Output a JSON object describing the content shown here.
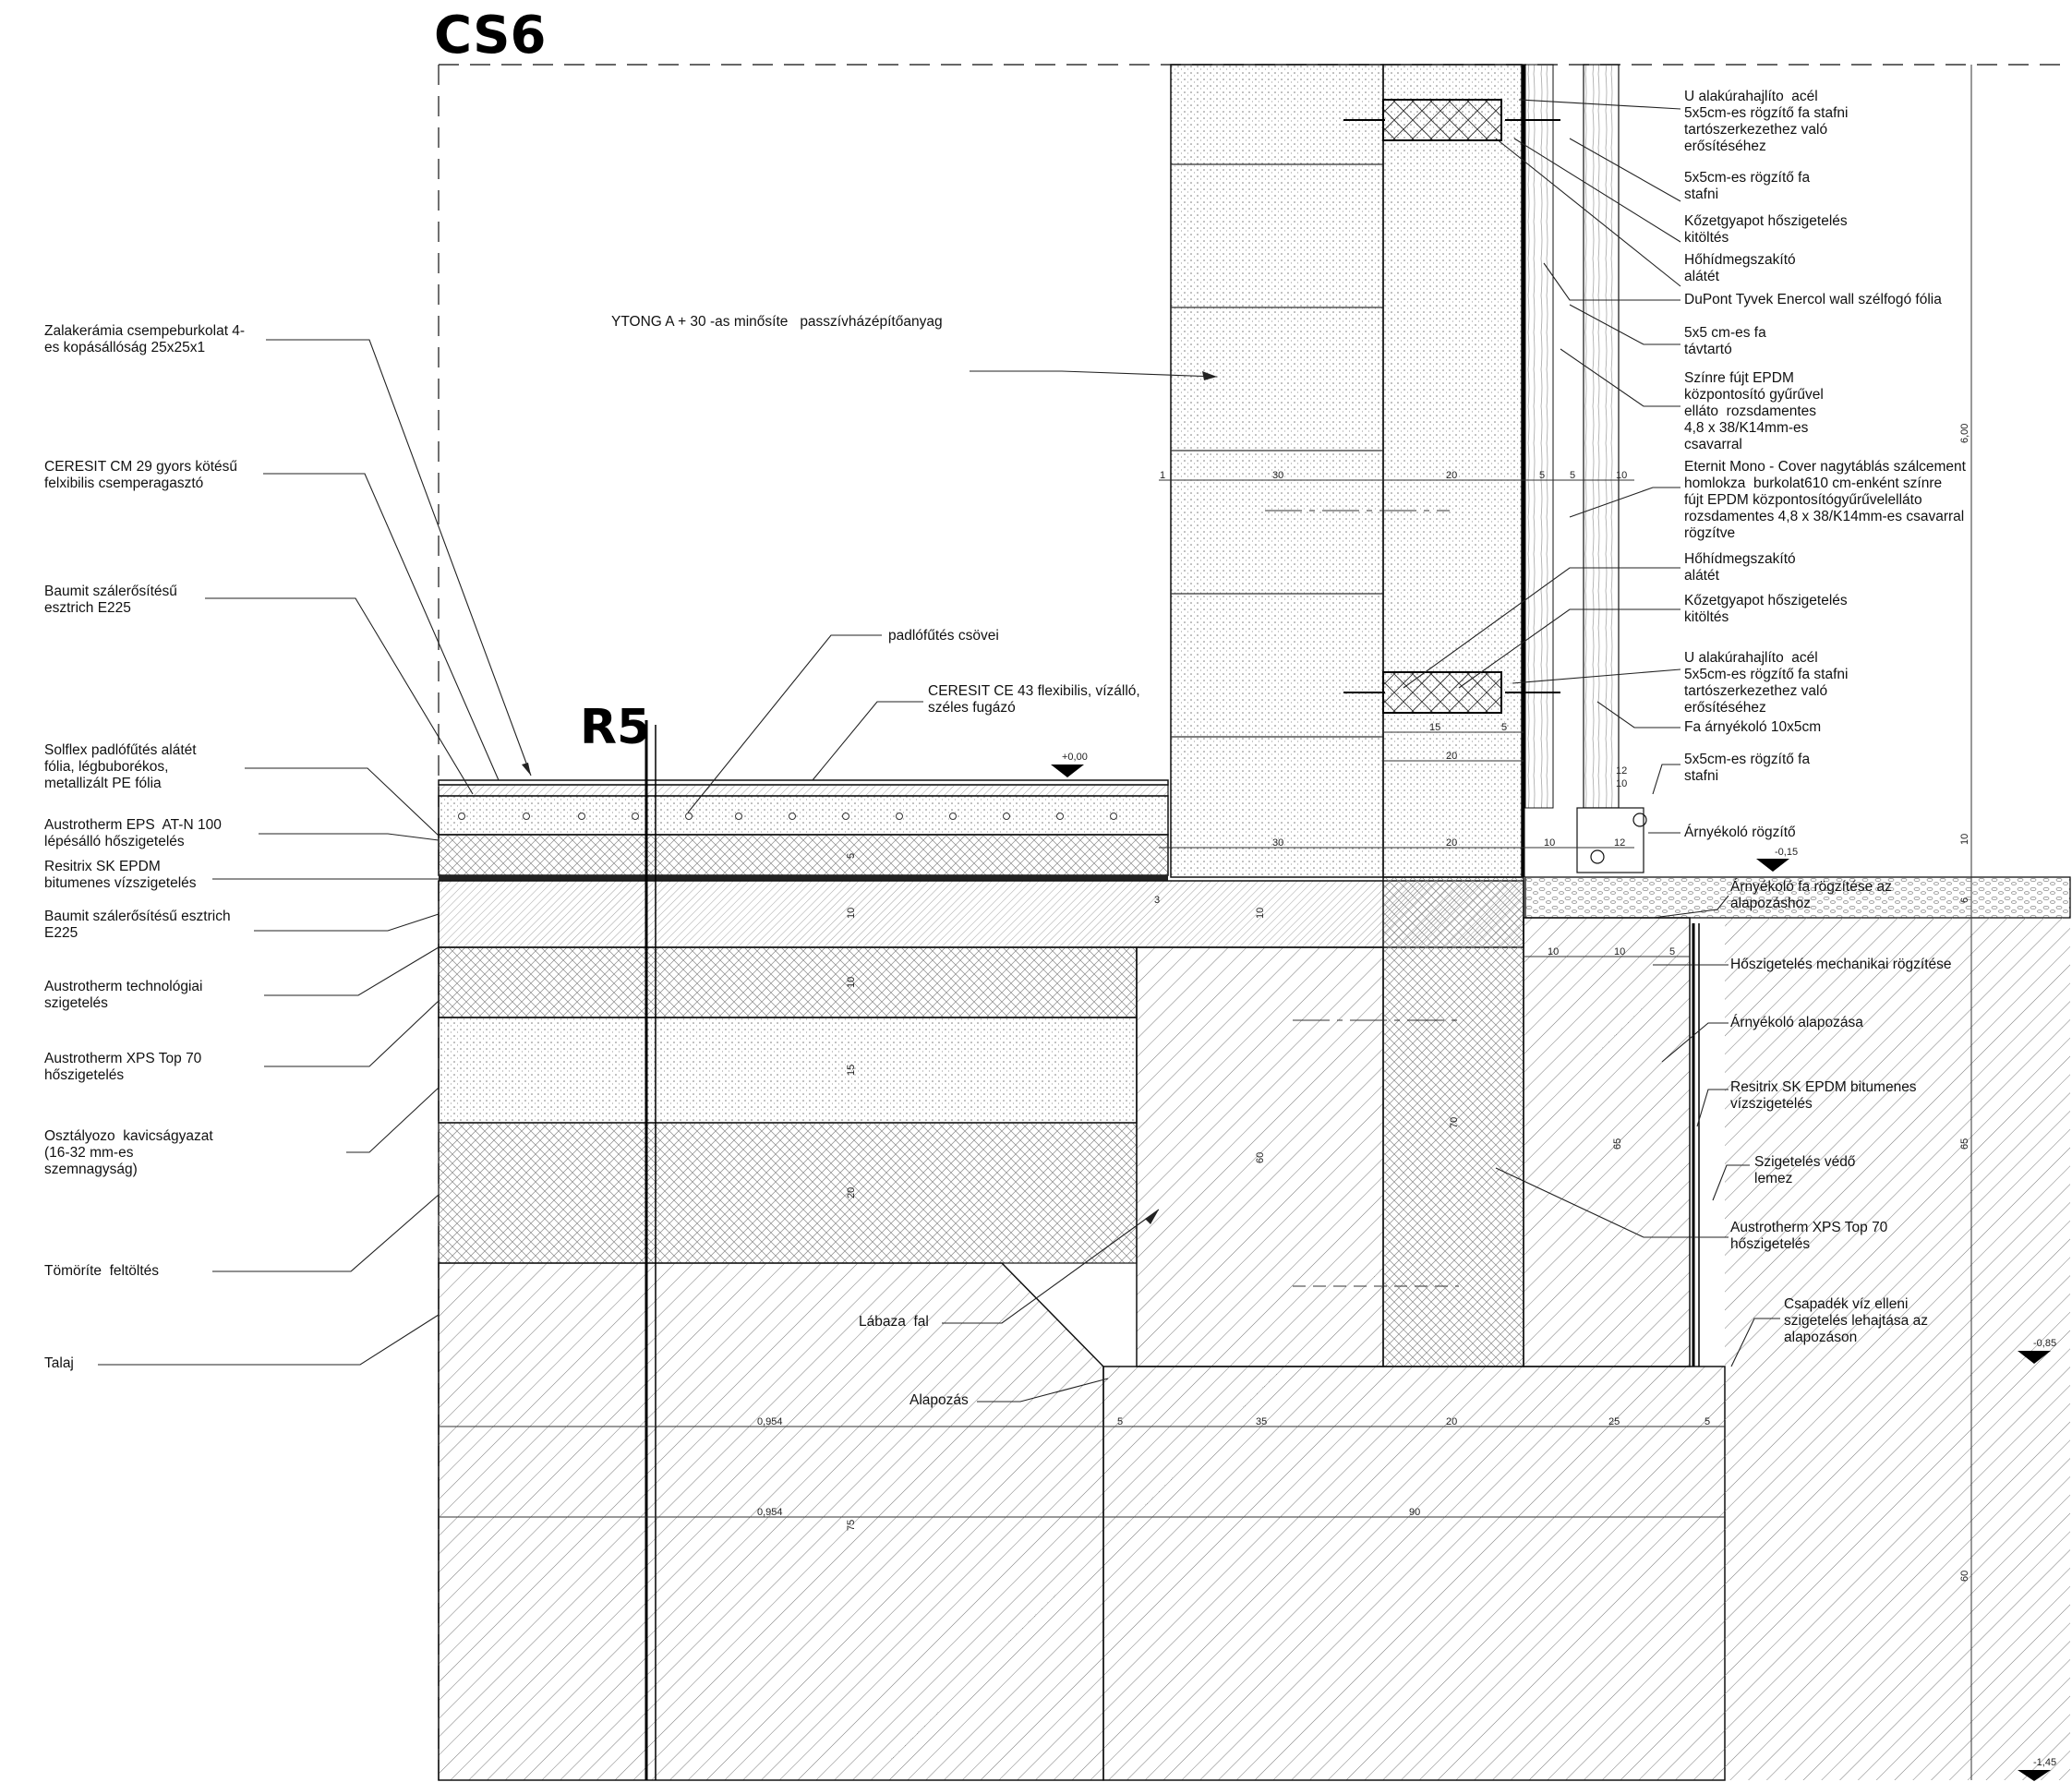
{
  "section_title": "CS6",
  "axis_label": "R5",
  "material_label": "YTONG A + 30 -as minősíte   passzívházépítőanyag",
  "floor_labels": [
    "Zalakerámia csempeburkolat 4-\nes kopásállóság 25x25x1",
    "CERESIT CM 29 gyors kötésű\nfelxibilis csemperagasztó",
    "Baumit szálerősítésű\nesztrich E225",
    "Solflex padlófűtés alátét\nfólia, légbuborékos,\nmetallizált PE fólia",
    "Austrotherm EPS  AT-N 100\nlépésálló hőszigetelés",
    "Resitrix SK EPDM\nbitumenes vízszigetelés",
    "Baumit szálerősítésű esztrich\nE225",
    "Austrotherm technológiai\nszigetelés",
    "Austrotherm XPS Top 70\nhőszigetelés",
    "Osztályozo  kavicságyazat\n(16-32 mm-es\nszemnagyság)",
    "Tömöríte  feltöltés",
    "Talaj"
  ],
  "center_labels": {
    "heating_pipes": "padlófűtés csövei",
    "grout": "CERESIT CE 43 flexibilis, vízálló,\nszéles fugázó",
    "plinth_wall": "Lábaza  fal",
    "foundation": "Alapozás"
  },
  "wall_labels": [
    "U alakúrahajlíto  acél\n5x5cm-es rögzítő fa stafni\ntartószerkezethez való\nerősítéséhez",
    "5x5cm-es rögzítő fa\nstafni",
    "Kőzetgyapot hőszigetelés\nkitöltés",
    "Hőhídmegszakító\nalátét",
    "DuPont Tyvek Enercol wall szélfogó fólia",
    "5x5 cm-es fa\ntávtartó",
    "Színre fújt EPDM\nközpontosító gyűrűvel\nelláto  rozsdamentes\n4,8 x 38/K14mm-es\ncsavarral",
    "Eternit Mono - Cover nagytáblás szálcement\nhomlokza  burkolat610 cm-enként színre\nfújt EPDM központosítógyűrűvelelláto\nrozsdamentes 4,8 x 38/K14mm-es csavarral\nrögzítve",
    "Hőhídmegszakító\nalátét",
    "Kőzetgyapot hőszigetelés\nkitöltés",
    "U alakúrahajlíto  acél\n5x5cm-es rögzítő fa stafni\ntartószerkezethez való\nerősítéséhez",
    "Fa árnyékoló 10x5cm",
    "5x5cm-es rögzítő fa\nstafni",
    "Árnyékoló rögzítő"
  ],
  "lower_right_labels": [
    "Árnyékoló fa rögzítése az\nalapozáshoz",
    "Hőszigetelés mechanikai rögzítése",
    "Árnyékoló alapozása",
    "Resitrix SK EPDM bitumenes\nvízszigetelés",
    "Szigetelés védő\nlemez",
    "Austrotherm XPS Top 70\nhőszigetelés",
    "Csapadék víz elleni\nszigetelés lehajtása az\nalapozáson"
  ],
  "levels": [
    "+0,00",
    "-0,15",
    "-0,85",
    "-1,45"
  ],
  "dimensions": {
    "wall_row_upper": [
      "1",
      "30",
      "20",
      "5",
      "5",
      "10"
    ],
    "wall_row_lower": [
      "30",
      "20",
      "10"
    ],
    "batten": [
      "15",
      "5",
      "20"
    ],
    "shade": [
      "12",
      "10",
      "12"
    ],
    "lower_ins": [
      "10",
      "10",
      "5"
    ],
    "footing": [
      "5",
      "35",
      "20",
      "25",
      "5"
    ],
    "footing_total": "90",
    "left_width": "0,954",
    "floor_vertical": [
      "5",
      "10",
      "10",
      "15",
      "20",
      "75"
    ],
    "wall_vertical": [
      "10",
      "60",
      "70",
      "65"
    ],
    "right_vertical": [
      "6,00",
      "10",
      "6",
      "65",
      "60"
    ],
    "small": "3"
  },
  "colors": {
    "line": "#1a1a1a",
    "hatch": "#6e6e6e",
    "background": "#ffffff"
  }
}
